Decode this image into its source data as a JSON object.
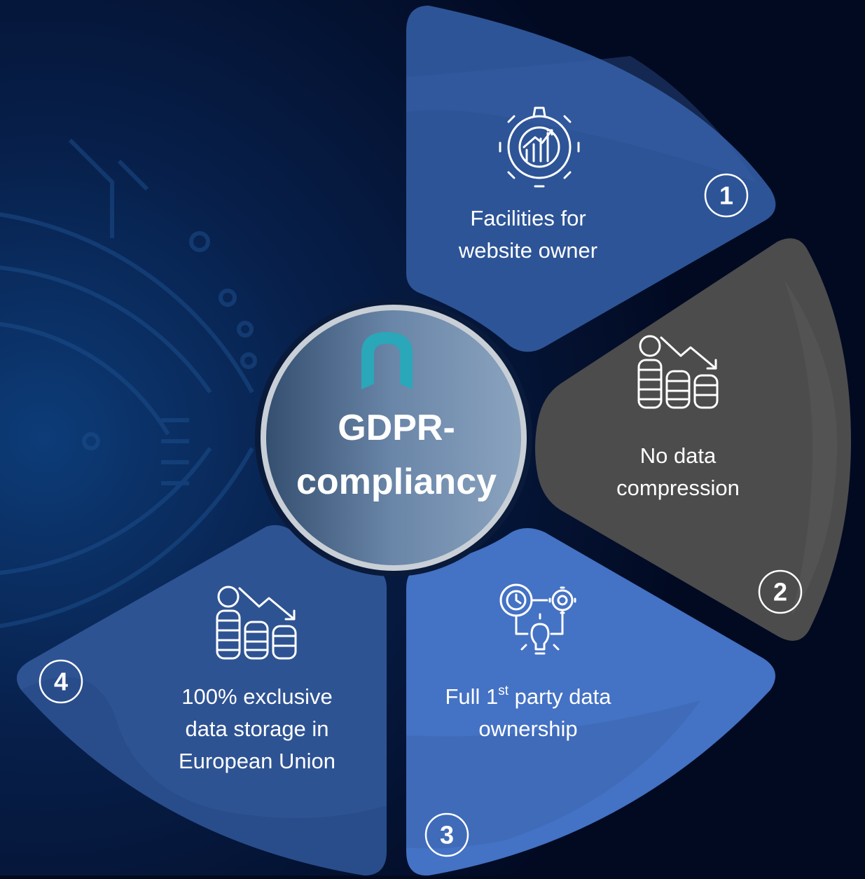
{
  "center": {
    "line1": "GDPR-",
    "line2": "compliancy",
    "logo": "n-logo"
  },
  "segments": [
    {
      "number": "1",
      "lines": [
        "Facilities for",
        "website owner"
      ],
      "icon": "gear-growth-icon",
      "color": "#2d5496"
    },
    {
      "number": "2",
      "lines": [
        "No data",
        "compression"
      ],
      "icon": "coins-decline-icon",
      "color": "#4c4c4c"
    },
    {
      "number": "3",
      "line1_prefix": "Full 1",
      "line1_sup": "st",
      "line1_suffix": " party data",
      "line2": "ownership",
      "icon": "process-idea-icon",
      "color": "#4472c4"
    },
    {
      "number": "4",
      "lines": [
        "100% exclusive",
        "data storage in",
        "European Union"
      ],
      "icon": "coins-decline-icon",
      "color": "#2e5393"
    }
  ],
  "colors": {
    "background": "#020a22",
    "accent_teal": "#2aa7b8"
  }
}
